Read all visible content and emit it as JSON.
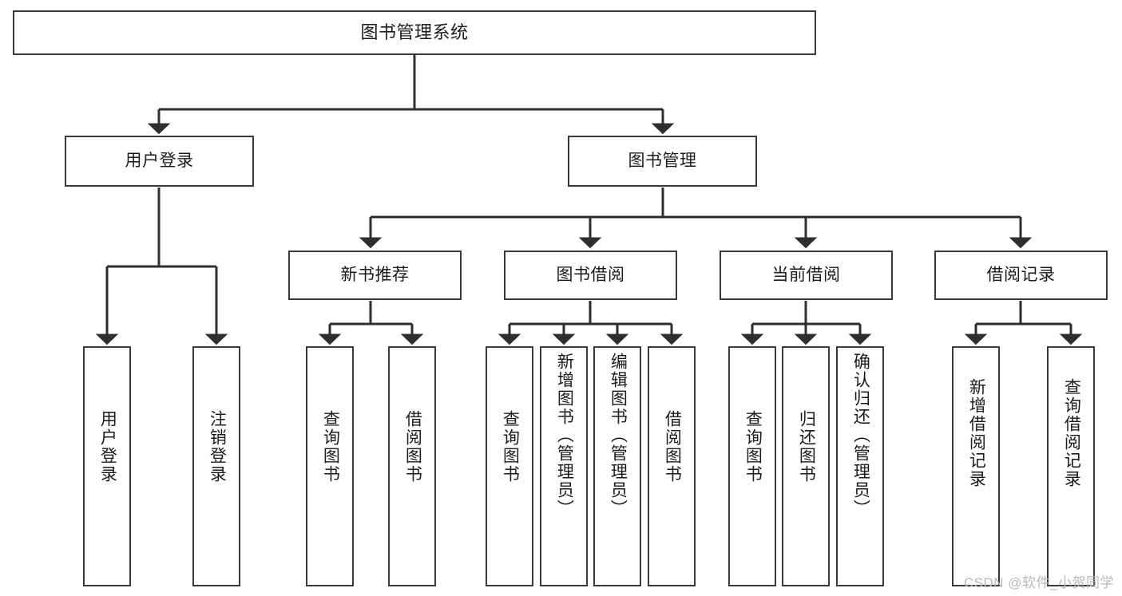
{
  "diagram": {
    "title": "图书管理系统",
    "type": "tree-hierarchy-diagram",
    "colors": {
      "box_border": "#3a3a3a",
      "box_fill": "#ffffff",
      "connector": "#2e2e2e",
      "text": "#1b1b1b",
      "watermark": "#b9b9b9"
    },
    "nodes": {
      "root": {
        "label": "图书管理系统"
      },
      "level1": [
        {
          "id": "user-login",
          "label": "用户登录"
        },
        {
          "id": "book-management",
          "label": "图书管理"
        }
      ],
      "level2": [
        {
          "id": "new-book-recommend",
          "label": "新书推荐"
        },
        {
          "id": "book-borrow",
          "label": "图书借阅"
        },
        {
          "id": "current-borrow",
          "label": "当前借阅"
        },
        {
          "id": "borrow-record",
          "label": "借阅记录"
        }
      ],
      "leaves": {
        "user_login": [
          {
            "id": "leaf-user-login",
            "label": "用户登录"
          },
          {
            "id": "leaf-logout-login",
            "label": "注销登录"
          }
        ],
        "new_book_recommend": [
          {
            "id": "leaf-query-book-1",
            "label": "查询图书"
          },
          {
            "id": "leaf-borrow-book-1",
            "label": "借阅图书"
          }
        ],
        "book_borrow": [
          {
            "id": "leaf-query-book-2",
            "label": "查询图书"
          },
          {
            "id": "leaf-add-book",
            "label": "新增图书（管理员）"
          },
          {
            "id": "leaf-edit-book",
            "label": "编辑图书（管理员）"
          },
          {
            "id": "leaf-borrow-book-2",
            "label": "借阅图书"
          }
        ],
        "current_borrow": [
          {
            "id": "leaf-query-book-3",
            "label": "查询图书"
          },
          {
            "id": "leaf-return-book",
            "label": "归还图书"
          },
          {
            "id": "leaf-confirm-return",
            "label": "确认归还（管理员）"
          }
        ],
        "borrow_record": [
          {
            "id": "leaf-add-record",
            "label": "新增借阅记录"
          },
          {
            "id": "leaf-query-record",
            "label": "查询借阅记录"
          }
        ]
      }
    }
  },
  "watermark": {
    "text": "CSDN @软件_小贺同学"
  }
}
